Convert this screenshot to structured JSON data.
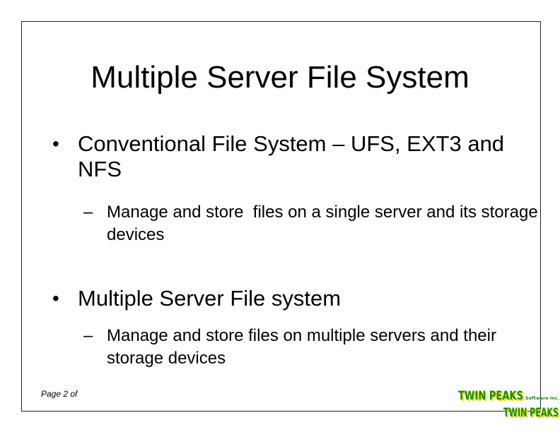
{
  "slide": {
    "title": "Multiple Server File System",
    "bullets": [
      {
        "marker": "•",
        "text": "Conventional File System – UFS, EXT3 and NFS",
        "sub": [
          {
            "marker": "–",
            "text": "Manage and store  files on a single server and its storage devices"
          }
        ]
      },
      {
        "marker": "•",
        "text": "Multiple Server File system",
        "sub": [
          {
            "marker": "–",
            "text": "Manage and store files on multiple servers and their storage devices"
          }
        ]
      }
    ]
  },
  "footer": {
    "page_number": "Page 2 of",
    "logo": {
      "wordmark": "TWIN PEAKS",
      "suffix": "Software Inc.",
      "color": "#1a8a1a",
      "shadow_color": "#e8e000"
    }
  }
}
